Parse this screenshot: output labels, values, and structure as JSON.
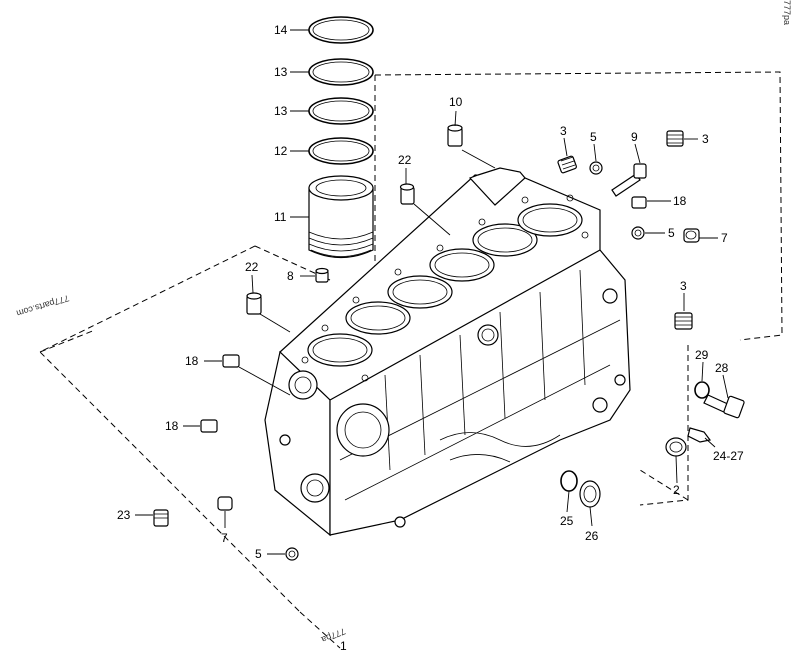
{
  "labels": {
    "l14": "14",
    "l13a": "13",
    "l13b": "13",
    "l12": "12",
    "l11": "11",
    "l10": "10",
    "l22a": "22",
    "l22b": "22",
    "l8": "8",
    "l3a": "3",
    "l5a": "5",
    "l9": "9",
    "l3b": "3",
    "l18a": "18",
    "l5b": "5",
    "l7a": "7",
    "l3c": "3",
    "l29": "29",
    "l28": "28",
    "l2427": "24-27",
    "l2": "2",
    "l25": "25",
    "l26": "26",
    "l18b": "18",
    "l18c": "18",
    "l23": "23",
    "l7b": "7",
    "l5c": "5",
    "l1": "1"
  },
  "watermarks": {
    "side": "777parts.com",
    "corner": "777pa",
    "bottom": "777pa"
  }
}
